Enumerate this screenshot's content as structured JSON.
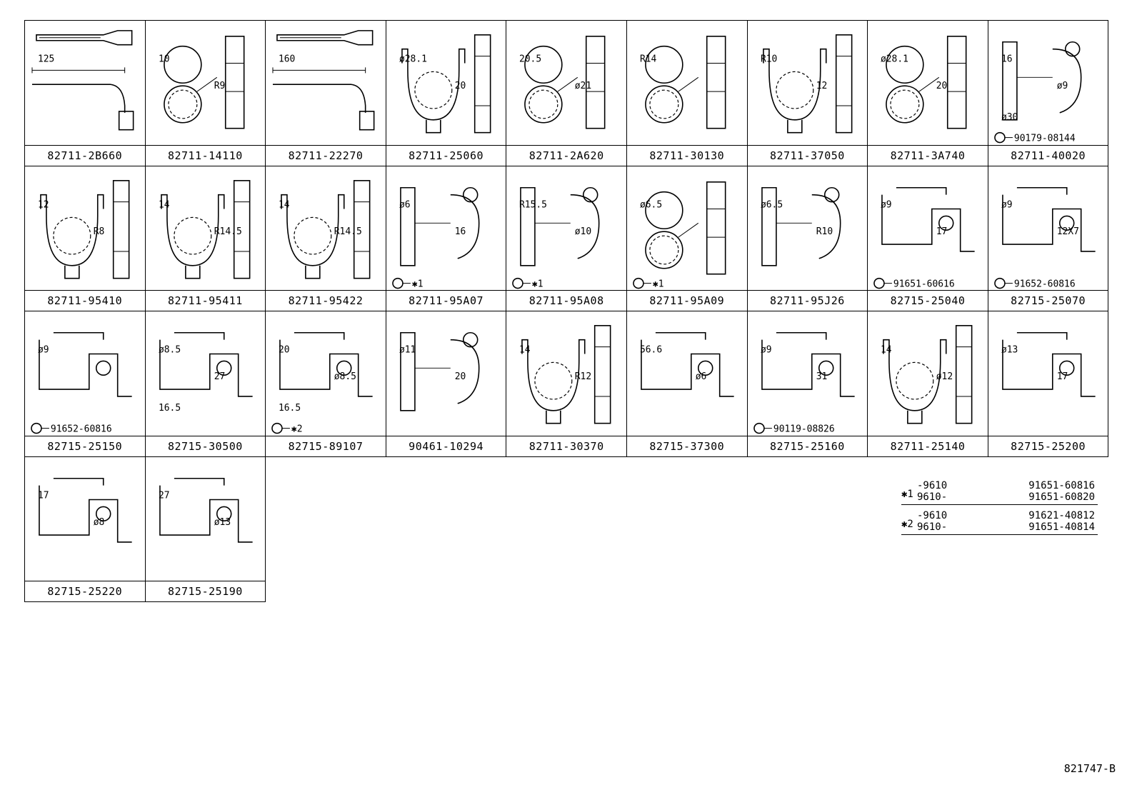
{
  "drawing_id": "821747-B",
  "parts": [
    {
      "part_number": "82711-2B660",
      "icon": "cable-tie-clamp",
      "callouts": [
        "125"
      ],
      "bolt": ""
    },
    {
      "part_number": "82711-14110",
      "icon": "double-clamp",
      "callouts": [
        "10",
        "R9"
      ],
      "bolt": ""
    },
    {
      "part_number": "82711-22270",
      "icon": "cable-tie-clamp",
      "callouts": [
        "160"
      ],
      "bolt": ""
    },
    {
      "part_number": "82711-25060",
      "icon": "single-clamp",
      "callouts": [
        "ø28.1",
        "20"
      ],
      "bolt": ""
    },
    {
      "part_number": "82711-2A620",
      "icon": "double-clamp",
      "callouts": [
        "20.5",
        "ø21"
      ],
      "bolt": ""
    },
    {
      "part_number": "82711-30130",
      "icon": "double-clamp",
      "callouts": [
        "R14"
      ],
      "bolt": ""
    },
    {
      "part_number": "82711-37050",
      "icon": "single-clamp",
      "callouts": [
        "R10",
        "12"
      ],
      "bolt": ""
    },
    {
      "part_number": "82711-3A740",
      "icon": "double-clamp",
      "callouts": [
        "ø28.1",
        "20"
      ],
      "bolt": ""
    },
    {
      "part_number": "82711-40020",
      "icon": "bracket-clamp",
      "callouts": [
        "16",
        "ø9",
        "ø30"
      ],
      "bolt": "90179-08144"
    },
    {
      "part_number": "82711-95410",
      "icon": "single-clamp",
      "callouts": [
        "12",
        "R8"
      ],
      "bolt": ""
    },
    {
      "part_number": "82711-95411",
      "icon": "single-clamp",
      "callouts": [
        "14",
        "R14.5"
      ],
      "bolt": ""
    },
    {
      "part_number": "82711-95422",
      "icon": "single-clamp",
      "callouts": [
        "14",
        "R14.5"
      ],
      "bolt": ""
    },
    {
      "part_number": "82711-95A07",
      "icon": "bracket-clamp",
      "callouts": [
        "ø6",
        "16"
      ],
      "bolt": "✱1"
    },
    {
      "part_number": "82711-95A08",
      "icon": "bracket-clamp",
      "callouts": [
        "R15.5",
        "ø10"
      ],
      "bolt": "✱1"
    },
    {
      "part_number": "82711-95A09",
      "icon": "double-clamp",
      "callouts": [
        "ø6.5"
      ],
      "bolt": "✱1"
    },
    {
      "part_number": "82711-95J26",
      "icon": "bracket-clamp",
      "callouts": [
        "ø6.5",
        "R10"
      ],
      "bolt": ""
    },
    {
      "part_number": "82715-25040",
      "icon": "bracket",
      "callouts": [
        "ø9",
        "17"
      ],
      "bolt": "91651-60616"
    },
    {
      "part_number": "82715-25070",
      "icon": "bracket",
      "callouts": [
        "ø9",
        "12X7"
      ],
      "bolt": "91652-60816"
    },
    {
      "part_number": "82715-25150",
      "icon": "bracket",
      "callouts": [
        "ø9"
      ],
      "bolt": "91652-60816"
    },
    {
      "part_number": "82715-30500",
      "icon": "bracket",
      "callouts": [
        "ø8.5",
        "27",
        "16.5"
      ],
      "bolt": ""
    },
    {
      "part_number": "82715-89107",
      "icon": "bracket",
      "callouts": [
        "20",
        "ø8.5",
        "16.5"
      ],
      "bolt": "✱2"
    },
    {
      "part_number": "90461-10294",
      "icon": "bracket-clamp",
      "callouts": [
        "ø11",
        "20"
      ],
      "bolt": ""
    },
    {
      "part_number": "82711-30370",
      "icon": "single-clamp",
      "callouts": [
        "14",
        "R12"
      ],
      "bolt": ""
    },
    {
      "part_number": "82715-37300",
      "icon": "bracket",
      "callouts": [
        "56.6",
        "ø6"
      ],
      "bolt": ""
    },
    {
      "part_number": "82715-25160",
      "icon": "bracket",
      "callouts": [
        "ø9",
        "31"
      ],
      "bolt": "90119-08826"
    },
    {
      "part_number": "82711-25140",
      "icon": "single-clamp",
      "callouts": [
        "14",
        "ø12"
      ],
      "bolt": ""
    },
    {
      "part_number": "82715-25200",
      "icon": "bracket",
      "callouts": [
        "ø13",
        "17"
      ],
      "bolt": ""
    },
    {
      "part_number": "82715-25220",
      "icon": "bracket",
      "callouts": [
        "17",
        "ø8"
      ],
      "bolt": ""
    },
    {
      "part_number": "82715-25190",
      "icon": "bracket",
      "callouts": [
        "27",
        "ø13"
      ],
      "bolt": ""
    }
  ],
  "notes": [
    {
      "mark": "✱1",
      "range_to": "-9610",
      "range_from": "9610-",
      "part_to": "91651-60816",
      "part_from": "91651-60820"
    },
    {
      "mark": "✱2",
      "range_to": "-9610",
      "range_from": "9610-",
      "part_to": "91621-40812",
      "part_from": "91651-40814"
    }
  ]
}
